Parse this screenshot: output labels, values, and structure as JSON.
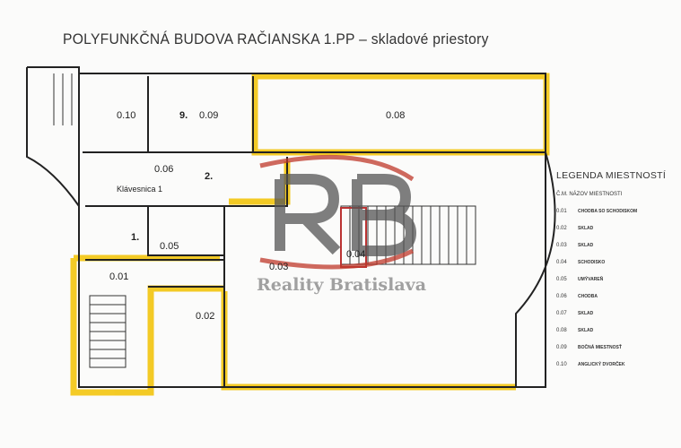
{
  "title": "POLYFUNKČNÁ BUDOVA RAČIANSKA 1.PP – skladové priestory",
  "rooms": {
    "r010": "0.10",
    "r009": "0.09",
    "r008": "0.08",
    "r006": "0.06",
    "r005": "0.05",
    "r001": "0.01",
    "r002": "0.02",
    "r003": "0.03",
    "r004": "0.04",
    "klavesnica": "Klávesnica 1",
    "n9": "9.",
    "n2": "2.",
    "n1": "1."
  },
  "legend": {
    "title": "LEGENDA MIESTNOSTÍ",
    "header": "Č.M.   NÁZOV MIESTNOSTI",
    "items": [
      {
        "num": "0.01",
        "name": "CHODBA SO SCHODISKOM"
      },
      {
        "num": "0.02",
        "name": "SKLAD"
      },
      {
        "num": "0.03",
        "name": "SKLAD"
      },
      {
        "num": "0.04",
        "name": "SCHODISKO"
      },
      {
        "num": "0.05",
        "name": "UMÝVAREŇ"
      },
      {
        "num": "0.06",
        "name": "CHODBA"
      },
      {
        "num": "0.07",
        "name": "SKLAD"
      },
      {
        "num": "0.08",
        "name": "SKLAD"
      },
      {
        "num": "0.09",
        "name": "BOČNÁ MIESTNOSŤ"
      },
      {
        "num": "0.10",
        "name": "ANGLICKÝ DVORČEK"
      }
    ]
  },
  "watermark": {
    "logo": "RB",
    "text": "Reality Bratislava",
    "color": "#c0392b"
  },
  "highlight_color": "#f2c200"
}
